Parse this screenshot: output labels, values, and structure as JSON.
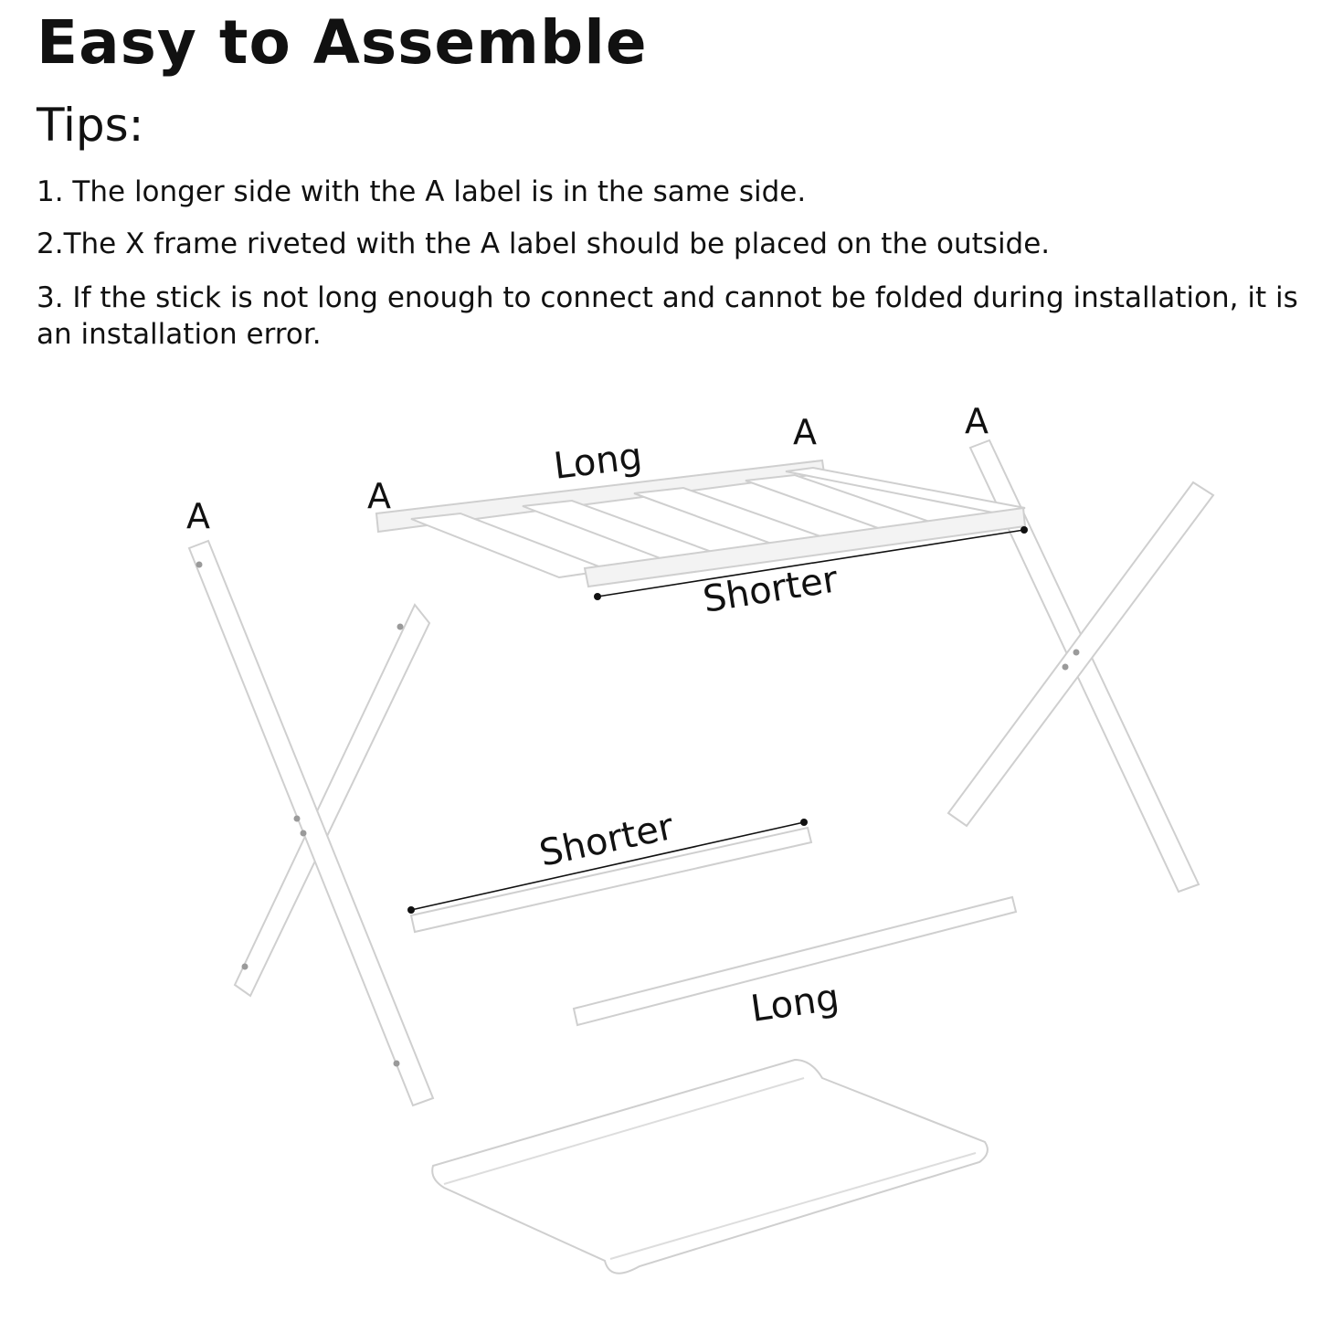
{
  "header": {
    "title": "Easy to Assemble",
    "subtitle": "Tips:"
  },
  "tips": [
    "1. The longer side with the A label is in the same side.",
    "2.The X frame riveted with the A label should be placed on the outside.",
    "3. If the stick is not long enough to connect and cannot be folded during installation, it is an installation error."
  ],
  "diagram": {
    "labels": {
      "a_left_frame": "A",
      "a_top_left": "A",
      "a_top_right": "A",
      "a_right_frame": "A",
      "top_long": "Long",
      "top_shorter": "Shorter",
      "middle_shorter": "Shorter",
      "bottom_long": "Long"
    }
  }
}
